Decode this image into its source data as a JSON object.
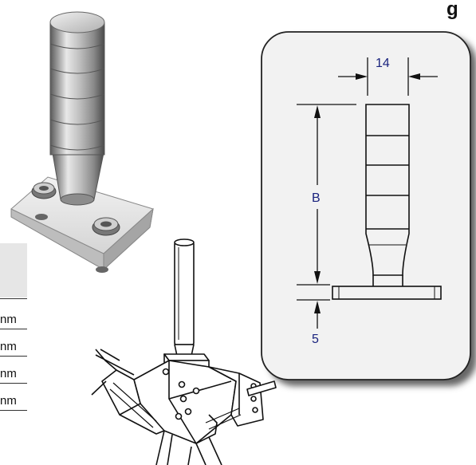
{
  "heading_fragment": "g",
  "drawing": {
    "width_label": "14",
    "height_label": "B",
    "base_label": "5"
  },
  "table": {
    "rows": [
      "nm",
      "nm",
      "nm",
      "nm"
    ]
  },
  "colors": {
    "dimension_text": "#1a237e",
    "panel_border": "#222222",
    "panel_shadow": "#666666",
    "table_header": "#e6e6e6"
  }
}
